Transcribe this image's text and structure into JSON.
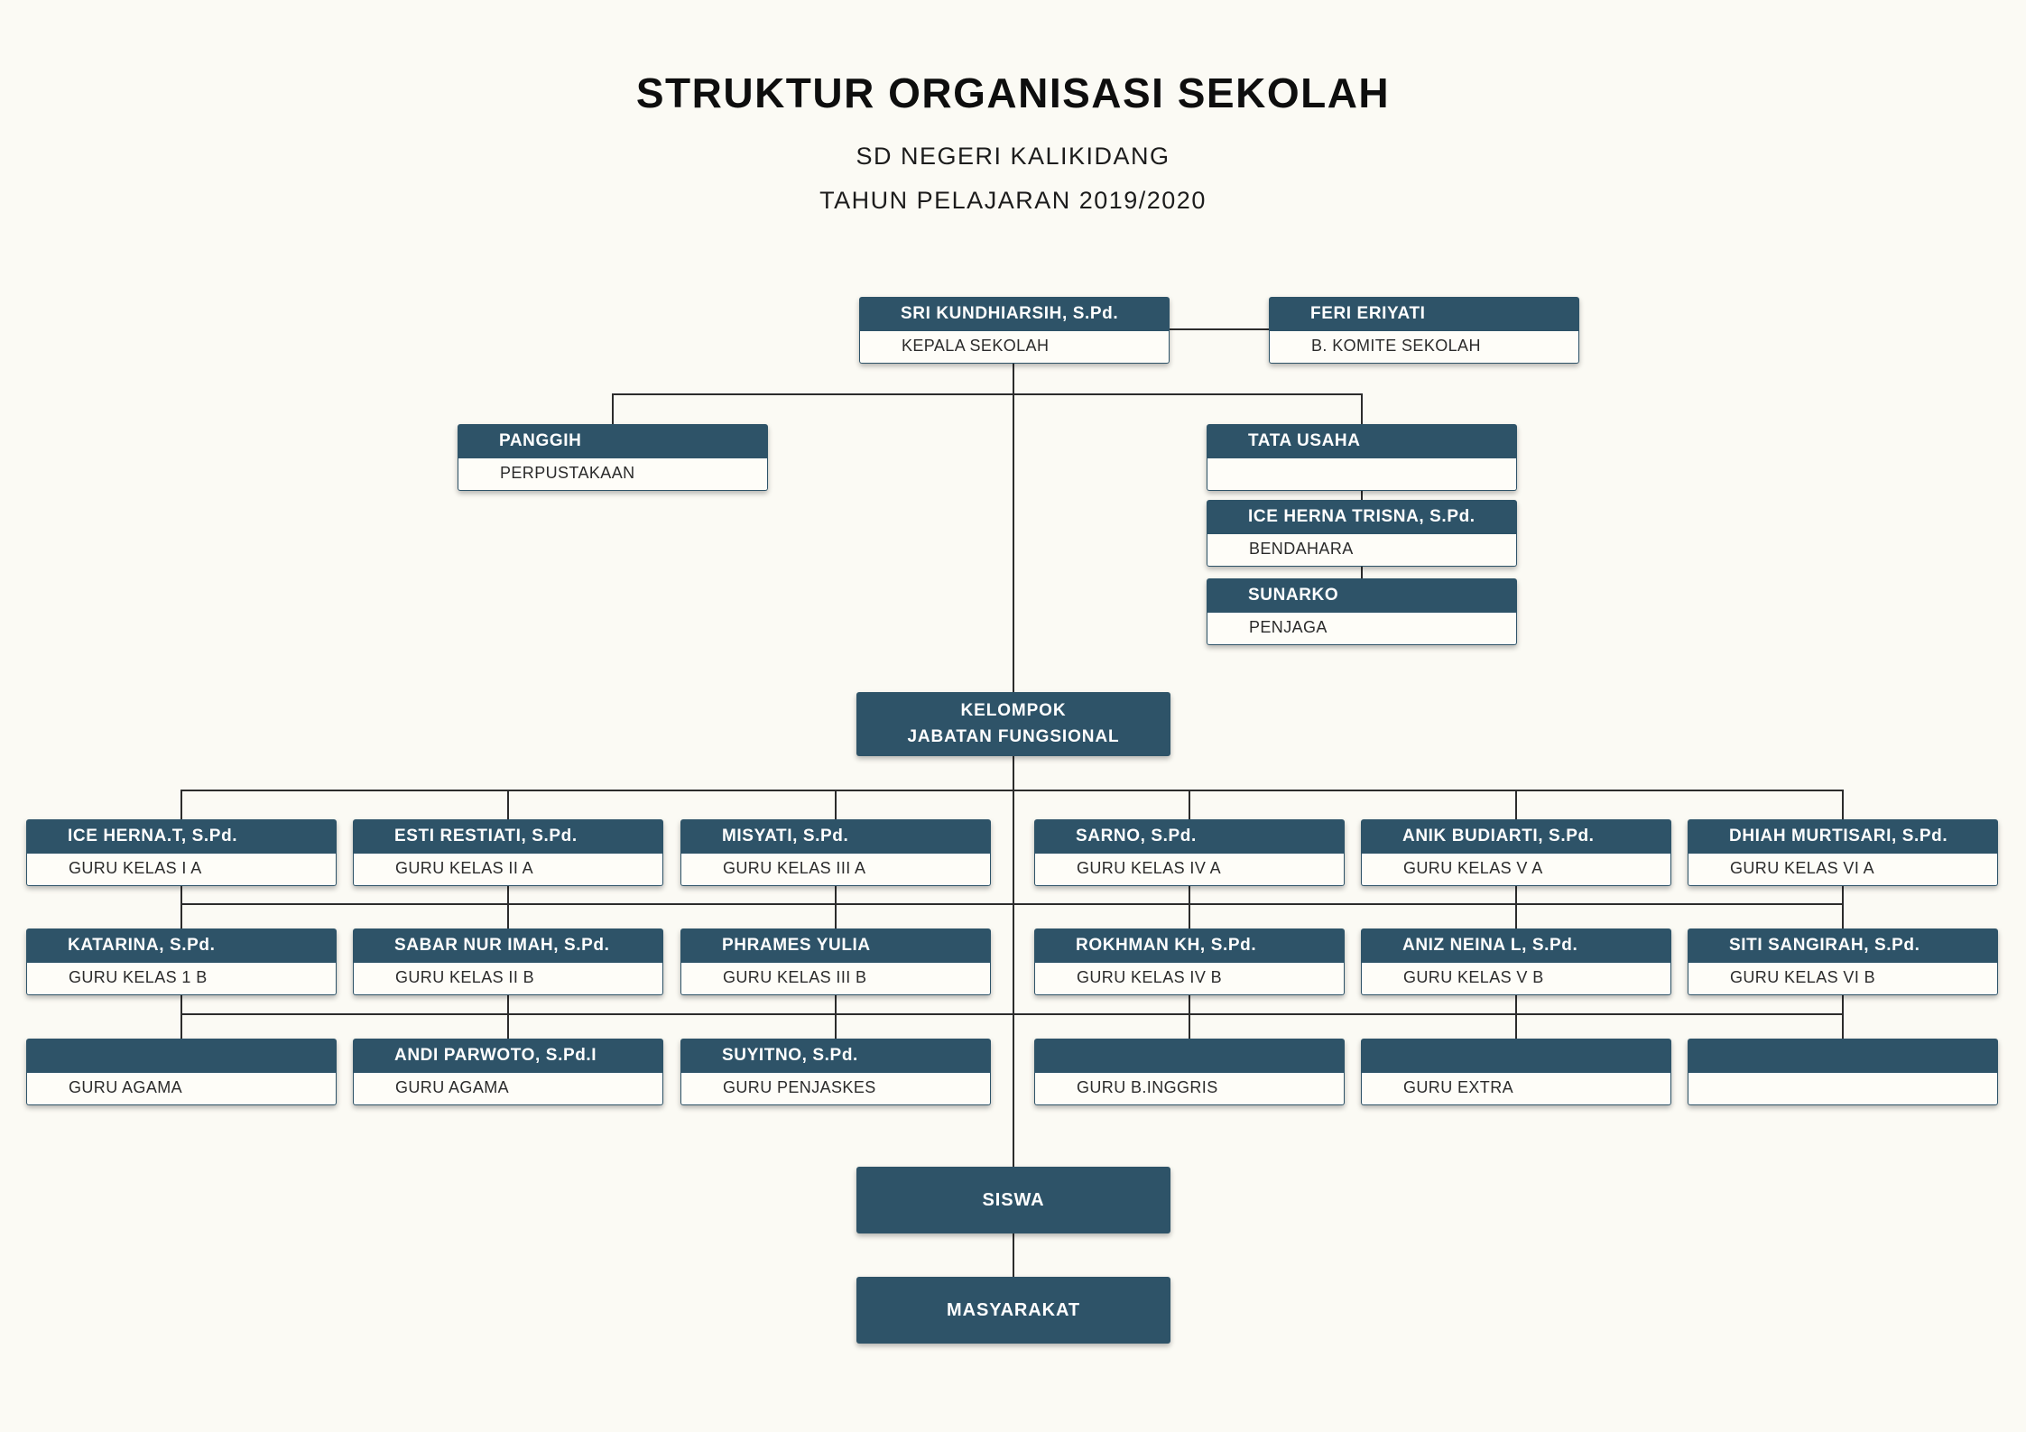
{
  "meta": {
    "accent_color": "#2e5368",
    "background_color": "#fbfaf4",
    "line_color": "#2c2c2c"
  },
  "header": {
    "title": "STRUKTUR ORGANISASI SEKOLAH",
    "subtitle": "SD NEGERI KALIKIDANG",
    "year": "TAHUN PELAJARAN 2019/2020"
  },
  "nodes": {
    "kepala_sekolah": {
      "name": "SRI KUNDHIARSIH, S.Pd.",
      "role": "KEPALA SEKOLAH"
    },
    "komite": {
      "name": "FERI ERIYATI",
      "role": "B. KOMITE SEKOLAH"
    },
    "perpustakaan": {
      "name": "PANGGIH",
      "role": "PERPUSTAKAAN"
    },
    "tata_usaha": {
      "name": "TATA USAHA",
      "role": ""
    },
    "bendahara": {
      "name": "ICE HERNA TRISNA, S.Pd.",
      "role": "BENDAHARA"
    },
    "penjaga": {
      "name": "SUNARKO",
      "role": "PENJAGA"
    },
    "kelompok_jabatan": {
      "line1": "KELOMPOK",
      "line2": "JABATAN FUNGSIONAL"
    },
    "siswa": {
      "label": "SISWA"
    },
    "masyarakat": {
      "label": "MASYARAKAT"
    }
  },
  "teachers": [
    [
      {
        "name": "ICE HERNA.T, S.Pd.",
        "role": "GURU KELAS I A"
      },
      {
        "name": "ESTI RESTIATI, S.Pd.",
        "role": "GURU KELAS II A"
      },
      {
        "name": "MISYATI, S.Pd.",
        "role": "GURU KELAS III A"
      },
      {
        "name": "SARNO, S.Pd.",
        "role": "GURU KELAS IV A"
      },
      {
        "name": "ANIK BUDIARTI, S.Pd.",
        "role": "GURU KELAS V A"
      },
      {
        "name": "DHIAH MURTISARI, S.Pd.",
        "role": "GURU KELAS VI A"
      }
    ],
    [
      {
        "name": "KATARINA, S.Pd.",
        "role": "GURU KELAS 1 B"
      },
      {
        "name": "SABAR NUR IMAH, S.Pd.",
        "role": "GURU KELAS II B"
      },
      {
        "name": "PHRAMES YULIA",
        "role": "GURU KELAS III B"
      },
      {
        "name": "ROKHMAN KH, S.Pd.",
        "role": "GURU KELAS IV B"
      },
      {
        "name": "ANIZ NEINA L, S.Pd.",
        "role": "GURU KELAS V B"
      },
      {
        "name": "SITI SANGIRAH, S.Pd.",
        "role": "GURU KELAS VI B"
      }
    ],
    [
      {
        "name": "",
        "role": "GURU AGAMA"
      },
      {
        "name": "ANDI PARWOTO, S.Pd.I",
        "role": "GURU AGAMA"
      },
      {
        "name": "SUYITNO, S.Pd.",
        "role": "GURU PENJASKES"
      },
      {
        "name": "",
        "role": "GURU B.INGGRIS"
      },
      {
        "name": "",
        "role": "GURU EXTRA"
      },
      {
        "name": "",
        "role": ""
      }
    ]
  ]
}
